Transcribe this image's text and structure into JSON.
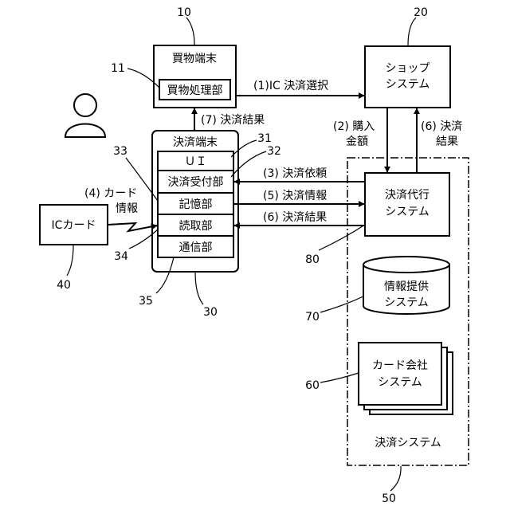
{
  "refs": {
    "shopping_terminal": "10",
    "shopping_processor": "11",
    "shop_system": "20",
    "payment_terminal": "30",
    "ui": "31",
    "payment_acceptor": "32",
    "storage": "33",
    "reader": "34",
    "communication": "35",
    "ic_card": "40",
    "payment_system": "50",
    "card_company": "60",
    "info_provider": "70",
    "payment_agency": "80"
  },
  "boxes": {
    "shopping_terminal": "買物端末",
    "shopping_processor": "買物処理部",
    "shop_system_l1": "ショップ",
    "shop_system_l2": "システム",
    "payment_terminal": "決済端末",
    "ui": "ＵＩ",
    "payment_acceptor": "決済受付部",
    "storage": "記憶部",
    "reader": "読取部",
    "communication": "通信部",
    "ic_card": "ICカード",
    "payment_agency_l1": "決済代行",
    "payment_agency_l2": "システム",
    "info_provider_l1": "情報提供",
    "info_provider_l2": "システム",
    "card_company_l1": "カード会社",
    "card_company_l2": "システム",
    "payment_system": "決済システム"
  },
  "flows": {
    "f1": "(1)IC 決済選択",
    "f2_l1": "(2) 購入",
    "f2_l2": "金額",
    "f3": "(3) 決済依頼",
    "f4_l1": "(4) カード",
    "f4_l2": "情報",
    "f5": "(5) 決済情報",
    "f6_to_terminal": "(6) 決済結果",
    "f6_to_shop_l1": "(6) 決済",
    "f6_to_shop_l2": "結果",
    "f7": "(7) 決済結果"
  }
}
